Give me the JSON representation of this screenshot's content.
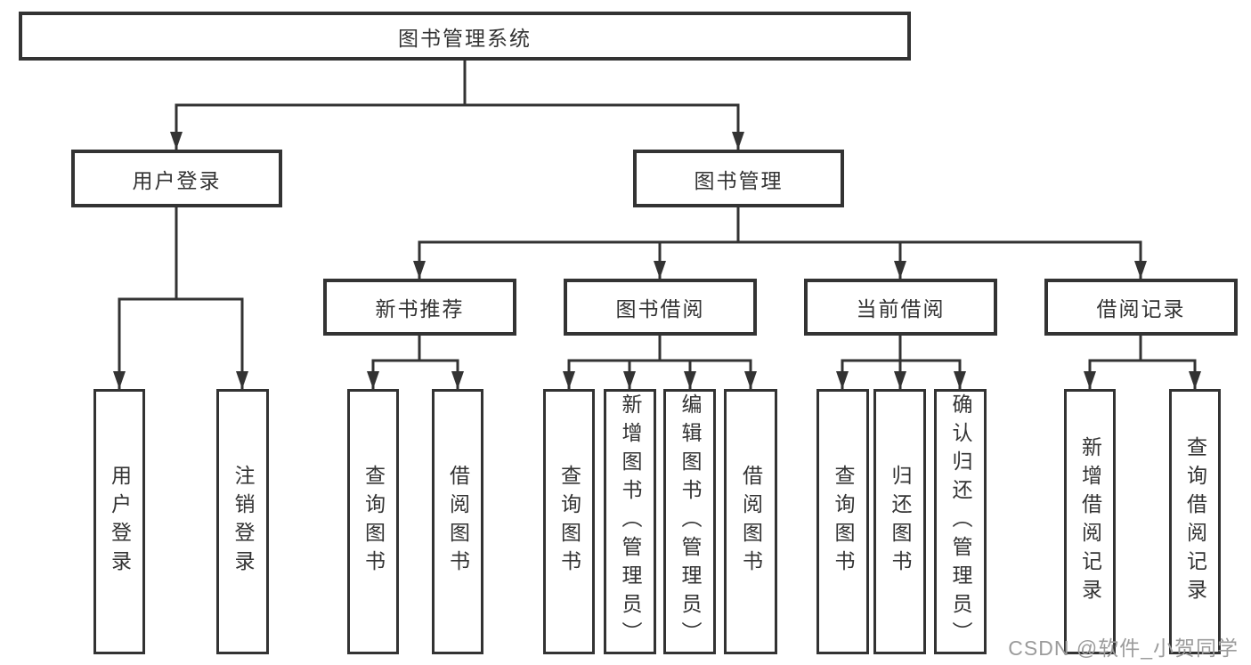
{
  "diagram": {
    "root": {
      "label": "图书管理系统"
    },
    "user_login": {
      "label": "用户登录",
      "children": [
        {
          "label": "用户登录"
        },
        {
          "label": "注销登录"
        }
      ]
    },
    "book_mgmt": {
      "label": "图书管理",
      "new_books": {
        "label": "新书推荐",
        "children": [
          {
            "label": "查询图书"
          },
          {
            "label": "借阅图书"
          }
        ]
      },
      "book_borrow": {
        "label": "图书借阅",
        "children": [
          {
            "label": "查询图书"
          },
          {
            "label": "新增图书（管理员）"
          },
          {
            "label": "编辑图书（管理员）"
          },
          {
            "label": "借阅图书"
          }
        ]
      },
      "current_borrow": {
        "label": "当前借阅",
        "children": [
          {
            "label": "查询图书"
          },
          {
            "label": "归还图书"
          },
          {
            "label": "确认归还（管理员）"
          }
        ]
      },
      "borrow_records": {
        "label": "借阅记录",
        "children": [
          {
            "label": "新增借阅记录"
          },
          {
            "label": "查询借阅记录"
          }
        ]
      }
    }
  },
  "colors": {
    "line": "#333333",
    "watermark_gray": "#9b9b9b"
  },
  "watermark": {
    "text": "CSDN @软件_小贺同学"
  }
}
